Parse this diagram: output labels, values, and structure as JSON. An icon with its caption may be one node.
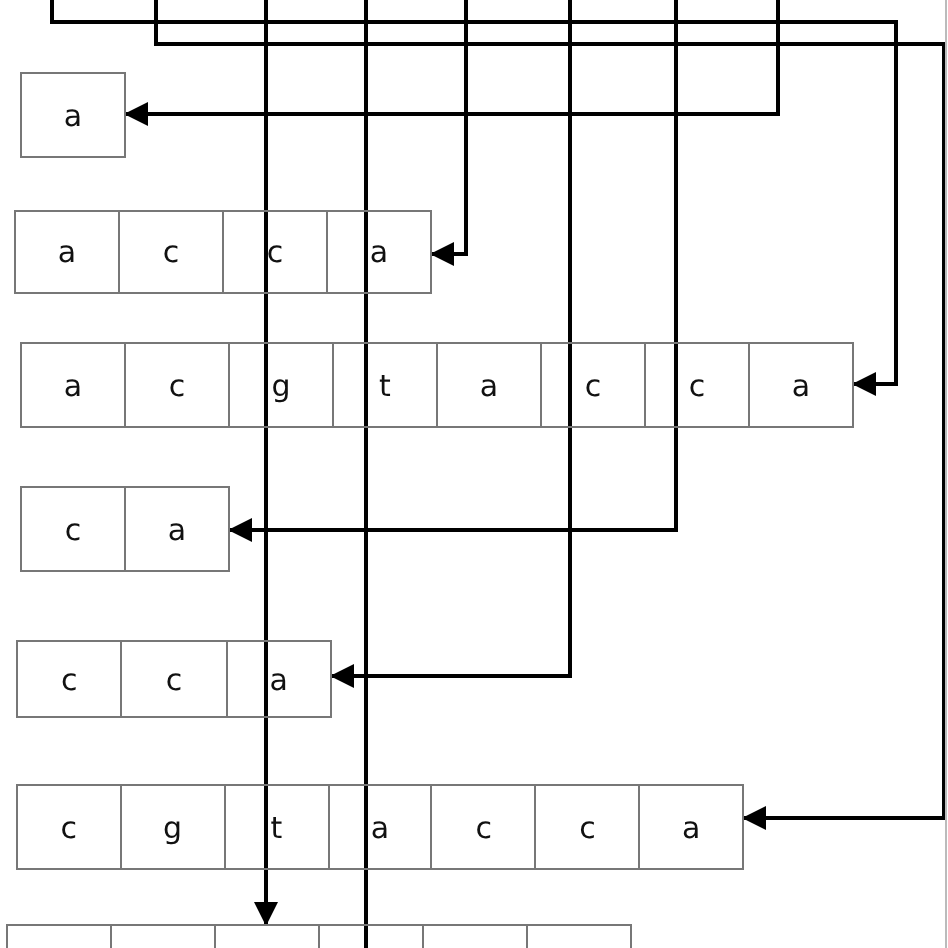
{
  "diagram": {
    "nodes": [
      {
        "text": [
          "a"
        ]
      },
      {
        "text": [
          "a",
          "c",
          "c",
          "a"
        ]
      },
      {
        "text": [
          "a",
          "c",
          "g",
          "t",
          "a",
          "c",
          "c",
          "a"
        ]
      },
      {
        "text": [
          "c",
          "a"
        ]
      },
      {
        "text": [
          "c",
          "c",
          "a"
        ]
      },
      {
        "text": [
          "c",
          "g",
          "t",
          "a",
          "c",
          "c",
          "a"
        ]
      },
      {
        "text": [],
        "shape": "box"
      }
    ],
    "edges": [
      {
        "from": null,
        "to": 2,
        "arrow": "to"
      },
      {
        "from": null,
        "to": 5,
        "arrow": "to"
      },
      {
        "from": null,
        "to": 6,
        "arrow": "to"
      },
      {
        "from": null,
        "to": 1,
        "arrow": "to"
      },
      {
        "from": null,
        "to": 4,
        "arrow": "to"
      },
      {
        "from": null,
        "to": 3,
        "arrow": "to"
      },
      {
        "from": null,
        "to": 0,
        "arrow": "to"
      }
    ]
  }
}
